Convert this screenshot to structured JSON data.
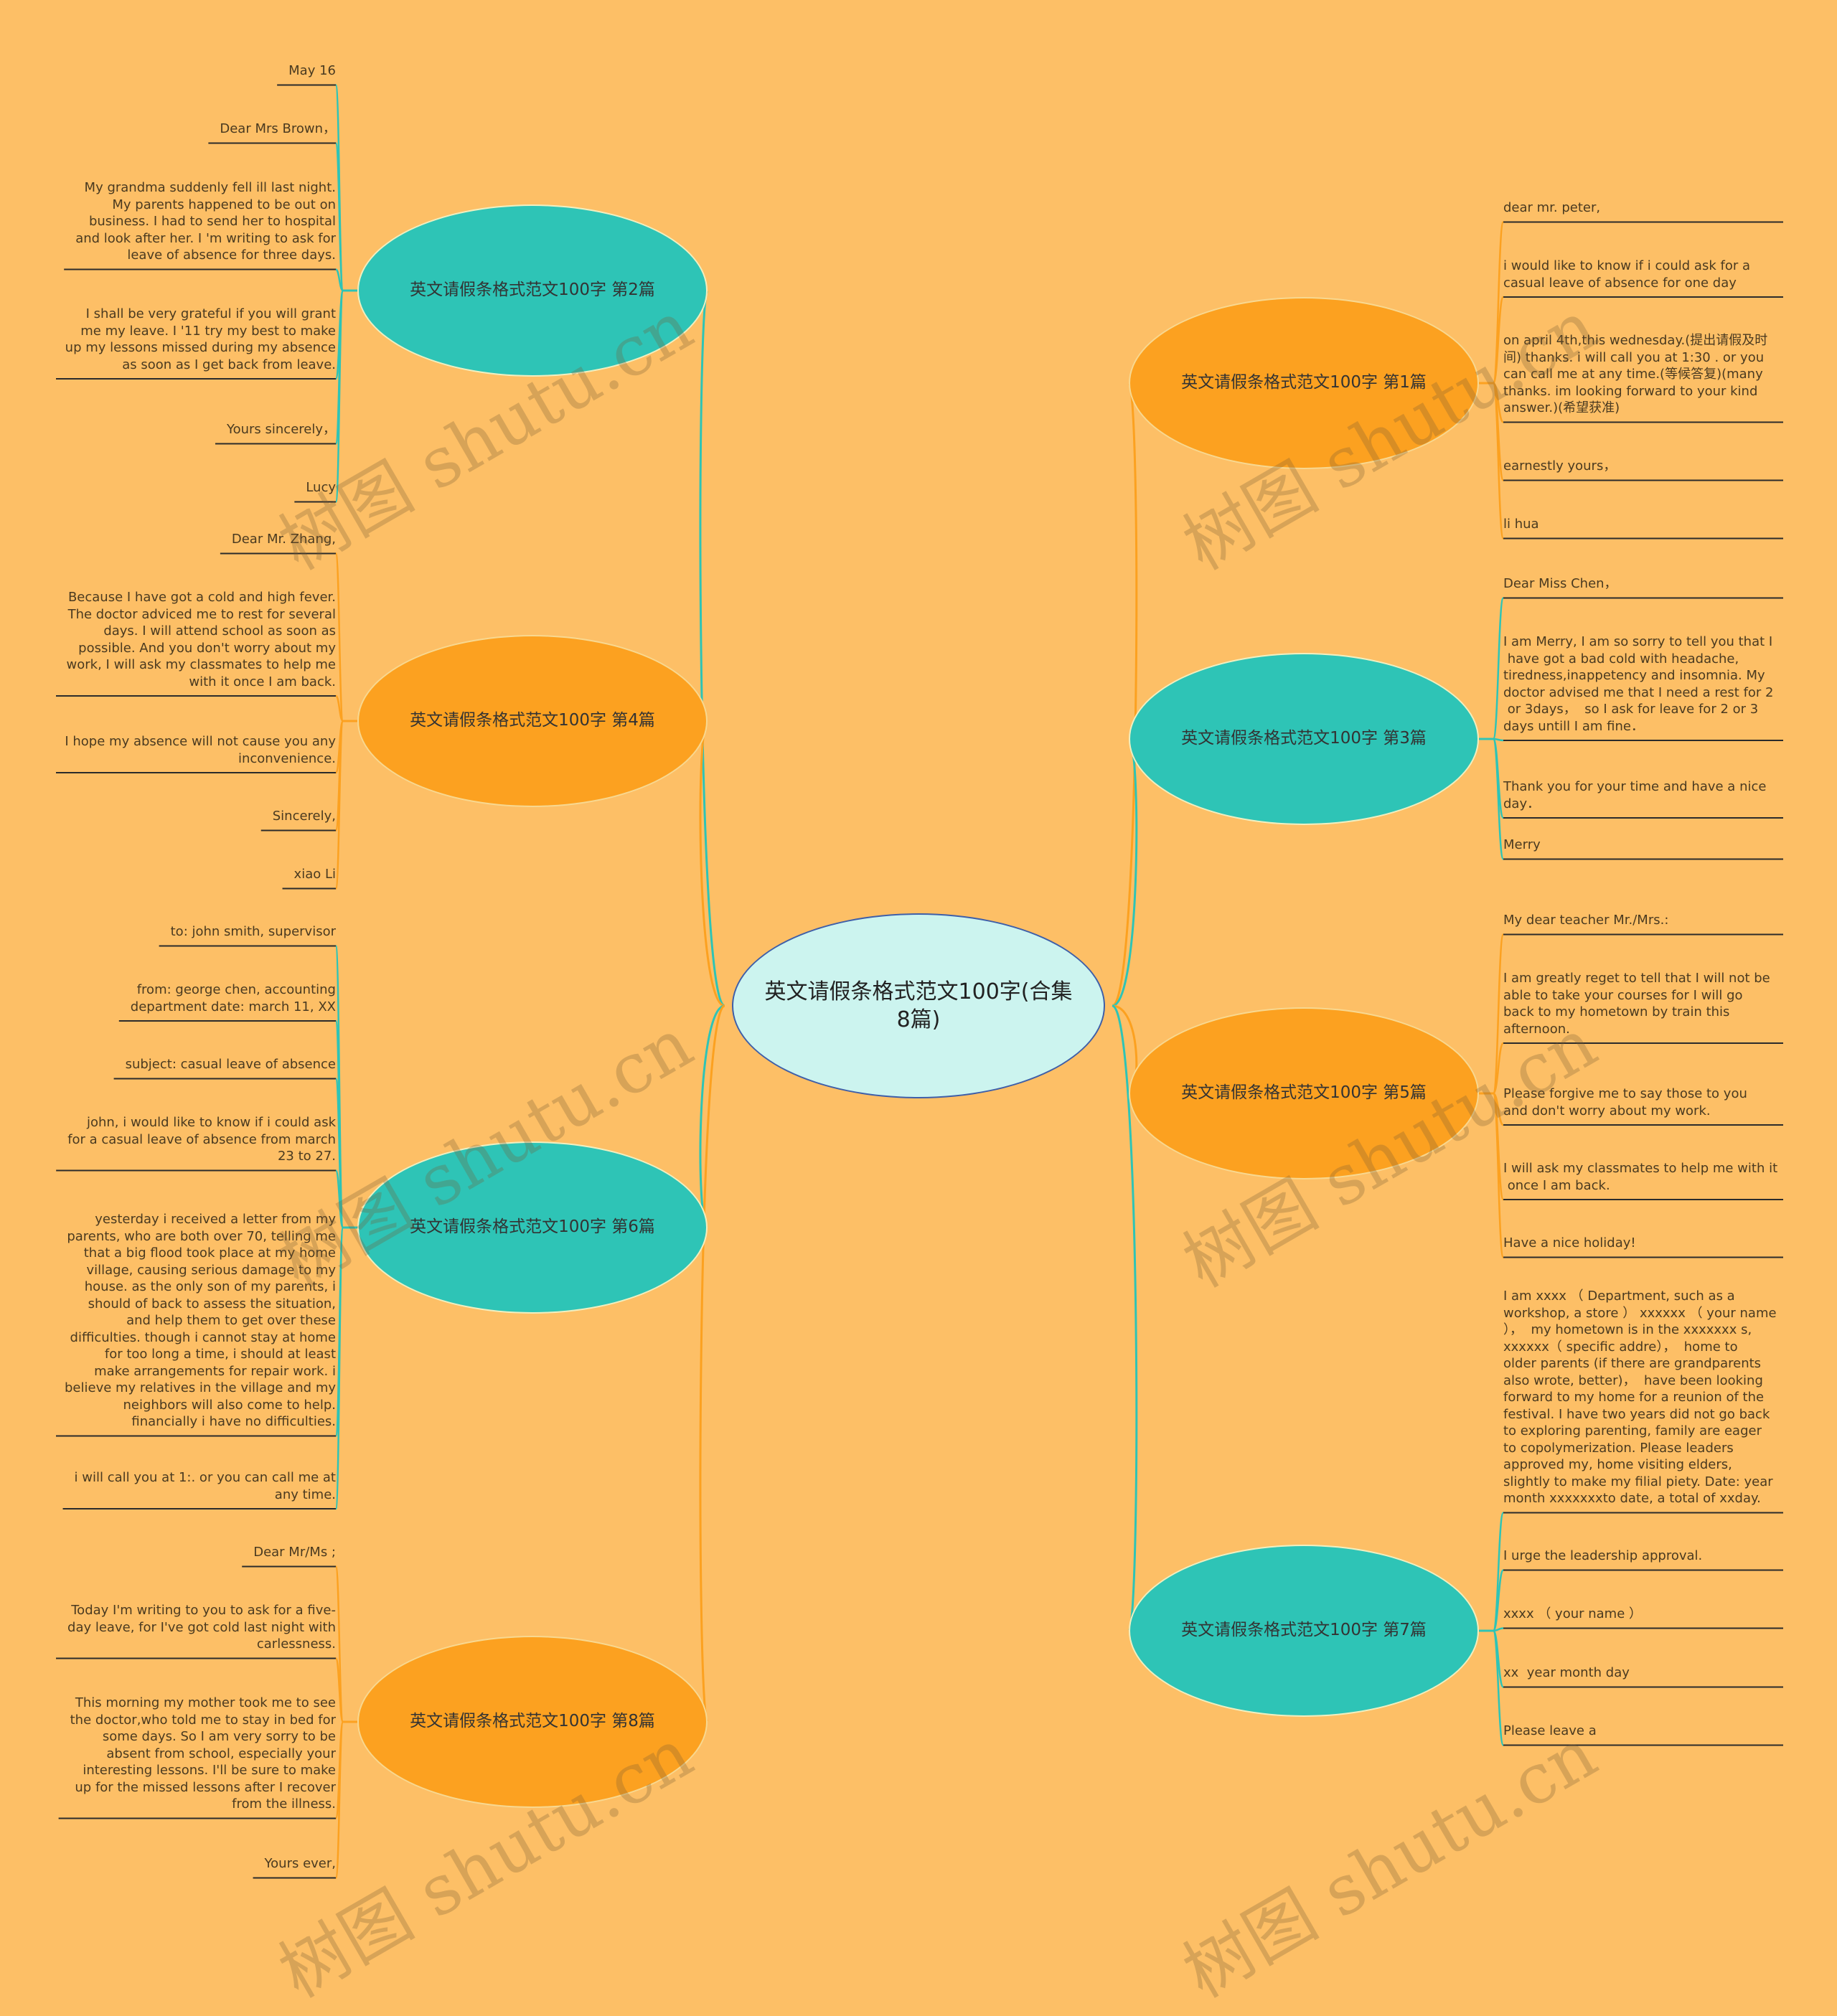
{
  "root": {
    "title": "英文请假条格式范文100字(合集8篇)"
  },
  "watermark": "树图 shutu.cn",
  "colors": {
    "background": "#fdbf66",
    "teal": "#2ec4b6",
    "orange": "#fca120",
    "root_fill": "#ccf4ef",
    "root_border": "#3f5fa8"
  },
  "branches": [
    {
      "label": "英文请假条格式范文100字 第1篇",
      "side": "right",
      "color": "orange",
      "items": [
        "dear mr. peter,",
        "i would like to know if i could ask for a\ncasual leave of absence for one day",
        "on april 4th,this wednesday.(提出请假及时\n间) thanks. i will call you at 1:30 . or you\ncan call me at any time.(等候答复)(many\nthanks. im looking forward to your kind\nanswer.)(希望获准)",
        "earnestly yours，",
        "li hua"
      ]
    },
    {
      "label": "英文请假条格式范文100字 第2篇",
      "side": "left",
      "color": "teal",
      "items": [
        "May 16",
        "Dear Mrs Brown，",
        "My grandma suddenly fell ill last night.\nMy parents happened to be out on\nbusiness. I had to send her to hospital\nand look after her. I 'm writing to ask for\nleave of absence for three days.",
        "I shall be very grateful if you will grant\nme my leave. I '11 try my best to make\nup my lessons missed during my absence\n as soon as I get back from leave.",
        "Yours sincerely，",
        "Lucy"
      ]
    },
    {
      "label": "英文请假条格式范文100字 第3篇",
      "side": "right",
      "color": "teal",
      "items": [
        "Dear Miss Chen，",
        "I am Merry, I am so sorry to tell you that I\n have got a bad cold with headache,\ntiredness,inappetency and insomnia. My\ndoctor advised me that I need a rest for 2\n or 3days，  so I ask for leave for 2 or 3\ndays untill I am fine．",
        "Thank you for your time and have a nice\nday．",
        "Merry"
      ]
    },
    {
      "label": "英文请假条格式范文100字 第4篇",
      "side": "left",
      "color": "orange",
      "items": [
        "Dear Mr. Zhang,",
        "Because I have got a cold and high fever.\nThe doctor adviced me to rest for several\ndays. I will attend school as soon as\npossible. And you don't worry about my\nwork, I will ask my classmates to help me\nwith it once I am back.",
        "I hope my absence will not cause you any\n inconvenience.",
        "Sincerely,",
        "xiao Li"
      ]
    },
    {
      "label": "英文请假条格式范文100字 第5篇",
      "side": "right",
      "color": "orange",
      "items": [
        "My dear teacher Mr./Mrs.:",
        "I am greatly reget to tell that I will not be\nable to take your courses for I will go\nback to my hometown by train this\nafternoon.",
        "Please forgive me to say those to you\nand don't worry about my work.",
        "I will ask my classmates to help me with it\n once I am back.",
        "Have a nice holiday!"
      ]
    },
    {
      "label": "英文请假条格式范文100字 第6篇",
      "side": "left",
      "color": "teal",
      "items": [
        "to: john smith, supervisor",
        "from: george chen, accounting\ndepartment date: march 11, XX",
        "subject: casual leave of absence",
        "john, i would like to know if i could ask\nfor a casual leave of absence from march\n23 to 27.",
        "yesterday i received a letter from my\nparents, who are both over 70, telling me\n that a big flood took place at my home\nvillage, causing serious damage to my\nhouse. as the only son of my parents, i\nshould of back to assess the situation,\nand help them to get over these\ndifficulties. though i cannot stay at home\nfor too long a time, i should at least\nmake arrangements for repair work. i\nbelieve my relatives in the village and my\nneighbors will also come to help.\nfinancially i have no difficulties.",
        "i will call you at 1:. or you can call me at\nany time."
      ]
    },
    {
      "label": "英文请假条格式范文100字 第7篇",
      "side": "right",
      "color": "teal",
      "items": [
        "I am xxxx （ Department, such as a\nworkshop, a store ） xxxxxx （ your name\n），  my hometown is in the xxxxxxx s,\nxxxxxx（ specific addre），  home to\nolder parents (if there are grandparents\nalso wrote, better)，  have been looking\nforward to my home for a reunion of the\nfestival. I have two years did not go back\nto exploring parenting, family are eager\nto copolymerization. Please leaders\napproved my, home visiting elders,\nslightly to make my filial piety. Date: year\nmonth xxxxxxxto date, a total of xxday.",
        "I urge the leadership approval.",
        "xxxx （ your name ）",
        "xx  year month day",
        "Please leave a"
      ]
    },
    {
      "label": "英文请假条格式范文100字 第8篇",
      "side": "left",
      "color": "orange",
      "items": [
        "Dear Mr/Ms ;",
        "Today I'm writing to you to ask for a five-\nday leave, for I've got cold last night with\n carlessness.",
        "This morning my mother took me to see\nthe doctor,who told me to stay in bed for\n some days. So I am very sorry to be\nabsent from school, especially your\ninteresting lessons. I'll be sure to make\nup for the missed lessons after I recover\nfrom the illness.",
        "Yours ever,"
      ]
    }
  ]
}
